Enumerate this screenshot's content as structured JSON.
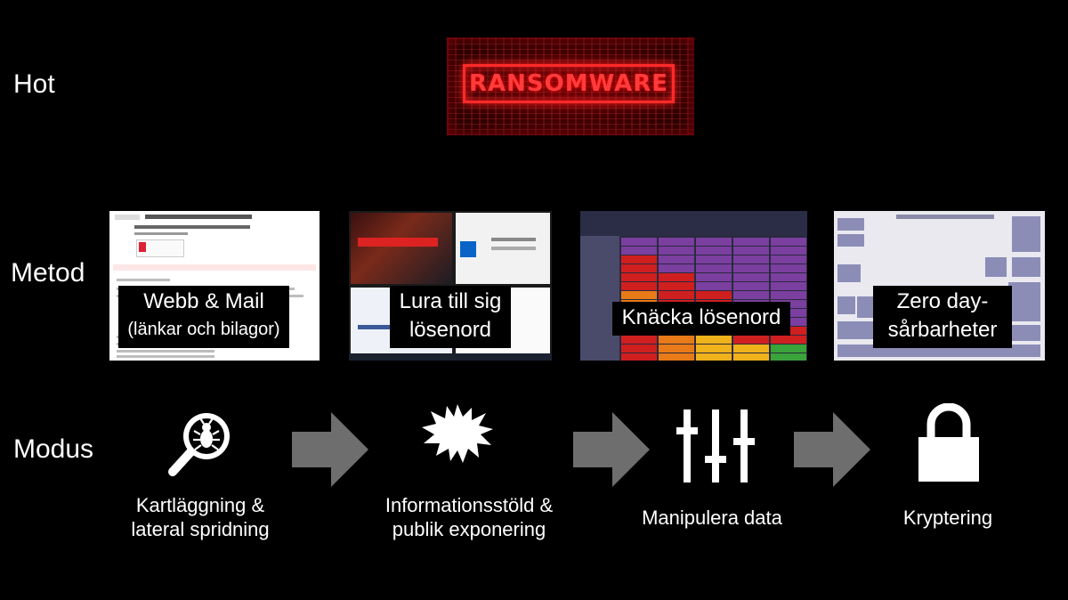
{
  "rows": {
    "hot": "Hot",
    "metod": "Metod",
    "modus": "Modus"
  },
  "banner": {
    "text": "RANSOMWARE"
  },
  "methods": [
    {
      "title": "Webb & Mail",
      "subtitle": "(länkar och bilagor)",
      "icon": "email-screenshot"
    },
    {
      "title": "Lura till sig",
      "subtitle": "lösenord",
      "icon": "login-screenshot"
    },
    {
      "title": "Knäcka lösenord",
      "icon": "password-table-screenshot"
    },
    {
      "title": "Zero day-",
      "subtitle": "sårbarheter",
      "icon": "zerodium-screenshot"
    }
  ],
  "steps": [
    {
      "line1": "Kartläggning &",
      "line2": "lateral spridning",
      "icon": "bug-search-icon"
    },
    {
      "line1": "Informationsstöld &",
      "line2": "publik exponering",
      "icon": "explosion-icon"
    },
    {
      "line1": "Manipulera data",
      "icon": "sliders-icon"
    },
    {
      "line1": "Kryptering",
      "icon": "lock-icon"
    }
  ],
  "colors": {
    "background": "#000000",
    "arrow": "#6e6e6e",
    "banner_red": "#ff2a2a"
  }
}
